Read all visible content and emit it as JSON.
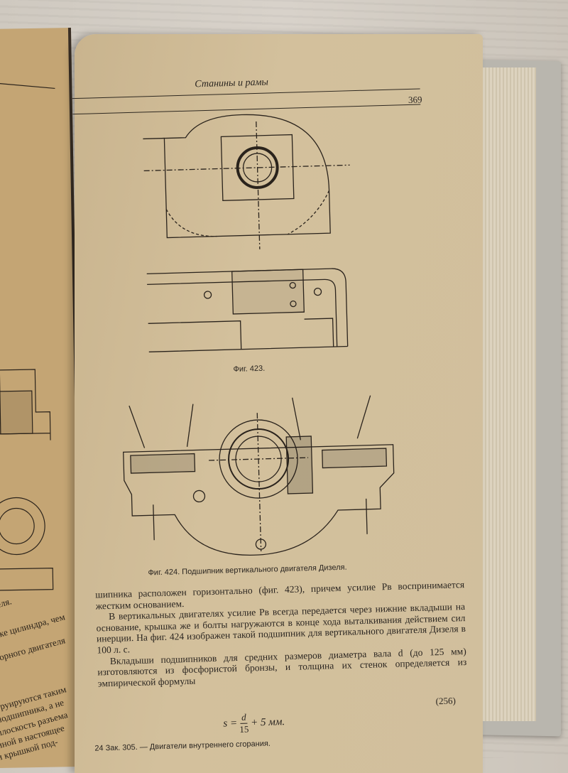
{
  "page": {
    "running_head": "Станины и рамы",
    "page_number": "369",
    "figure_423_caption": "Фиг. 423.",
    "figure_424_caption": "Фиг. 424. Подшипник вертикального двигателя Дизеля.",
    "paragraphs": [
      "шипника расположен горизонтально (фиг. 423), причем усилие Pв воспринимается жестким основанием.",
      "В вертикальных двигателях усилие Pв всегда передается через нижние вкладыши на основание, крышка же и болты нагружаются в конце хода выталкивания действием сил инерции. На фиг. 424 изображен такой подшипник для вертикального двигателя Дизеля в 100 л. с.",
      "Вкладыши подшипников для средних размеров диаметра вала d (до 125 мм) изготовляются из фосфористой бронзы, и толщина их стенок определяется из эмпирической формулы"
    ],
    "formula": {
      "lhs": "s =",
      "numerator": "d",
      "denominator": "15",
      "rhs": "+ 5 мм."
    },
    "equation_number": "(256)",
    "footer": "24 Зак. 305. — Двигатели внутреннего сгорания."
  },
  "left_page": {
    "lines": [
      "еля.",
      "вке цилиндра, чем",
      "торного двигателя",
      "груируются таким",
      "подшипника, а не",
      "плоскость разъема",
      "иной в настоящее",
      "и крышкой под-"
    ]
  }
}
